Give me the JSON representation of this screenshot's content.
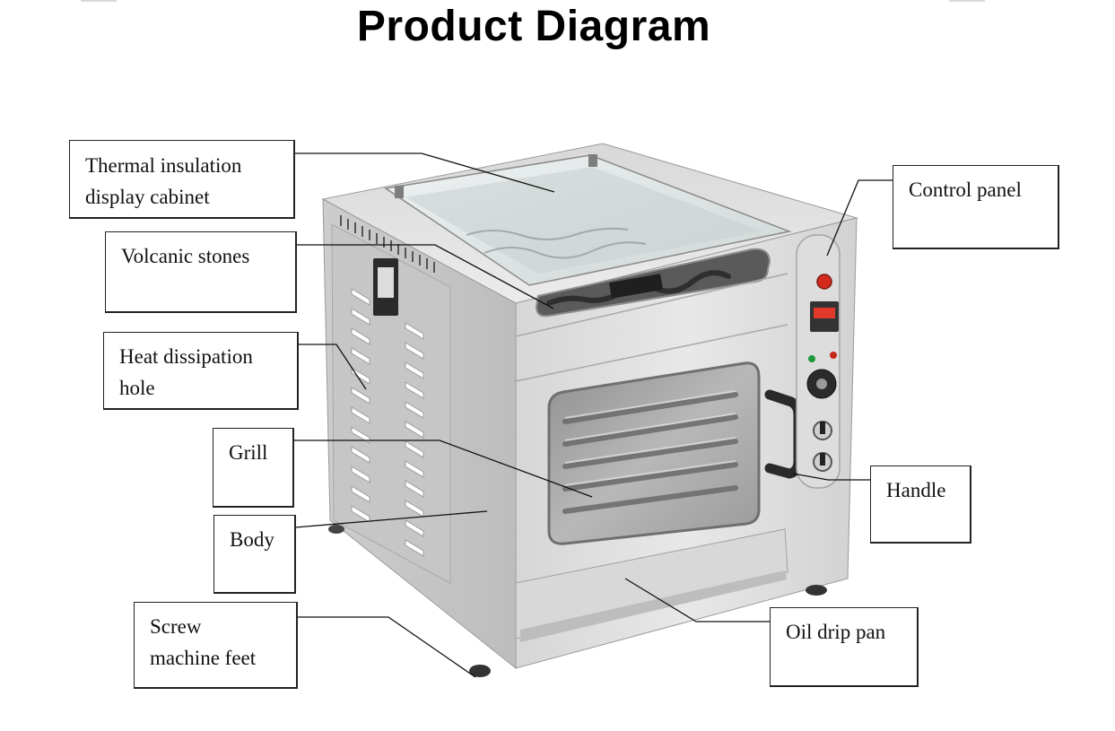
{
  "title": "Product Diagram",
  "labels": {
    "thermal_insulation": "Thermal insulation\ndisplay cabinet",
    "volcanic_stones": "Volcanic stones",
    "heat_dissipation": "Heat dissipation\nhole",
    "grill": "Grill",
    "body": "Body",
    "screw_feet": "Screw\nmachine feet",
    "control_panel": "Control panel",
    "handle": "Handle",
    "oil_drip_pan": "Oil drip pan"
  },
  "colors": {
    "steel_light": "#e4e4e4",
    "steel_mid": "#cfcfcf",
    "steel_dark": "#b3b3b3",
    "glass": "#dfe6e6",
    "indicator_red": "#d42a1c",
    "indicator_green": "#1d9a3a",
    "display_red": "#e23a2a"
  }
}
